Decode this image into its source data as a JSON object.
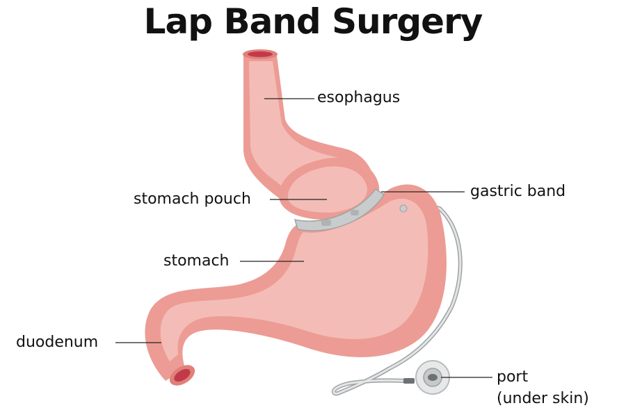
{
  "title": "Lap Band Surgery",
  "labels": {
    "esophagus": "esophagus",
    "gastric_band": "gastric band",
    "stomach_pouch": "stomach pouch",
    "stomach": "stomach",
    "duodenum": "duodenum",
    "port": "port",
    "port_note": "(under skin)"
  },
  "colors": {
    "tissue_light": "#f4bcb6",
    "tissue_mid": "#ec9c94",
    "tissue_dark": "#e0807a",
    "lumen": "#c23a4a",
    "band": "#c9cccd",
    "tube": "#bfc1c2"
  }
}
